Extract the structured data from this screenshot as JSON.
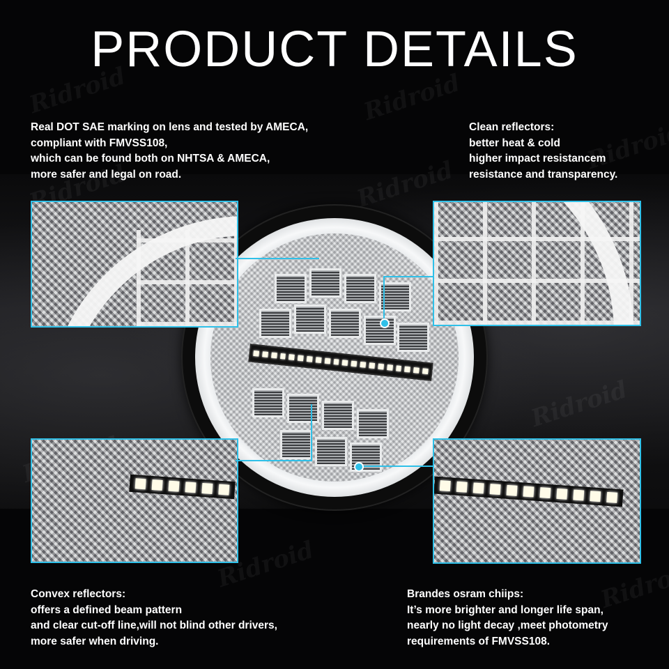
{
  "title": "PRODUCT DETAILS",
  "watermark": "Ridroid",
  "top_left": {
    "lines": [
      "Real DOT SAE marking on lens and tested by AMECA,",
      "compliant with FMVSS108,",
      "which can be found both on NHTSA & AMECA,",
      "more safer and legal on road."
    ]
  },
  "top_right": {
    "heading": "Clean  reflectors:",
    "lines": [
      "better heat & cold",
      "higher impact resistancem",
      "resistance and transparency."
    ]
  },
  "bottom_left": {
    "heading": "Convex reflectors:",
    "lines": [
      "offers a defined beam pattern",
      "and clear cut-off line,will not blind other drivers,",
      "more safer when driving."
    ]
  },
  "bottom_right": {
    "heading": "Brandes osram chiips:",
    "lines": [
      "It’s more brighter and longer life span,",
      "nearly no light decay ,meet photometry",
      "requirements of FMVSS108."
    ]
  },
  "colors": {
    "accent": "#2fc0e8",
    "text": "#ffffff",
    "background": "#050506"
  }
}
